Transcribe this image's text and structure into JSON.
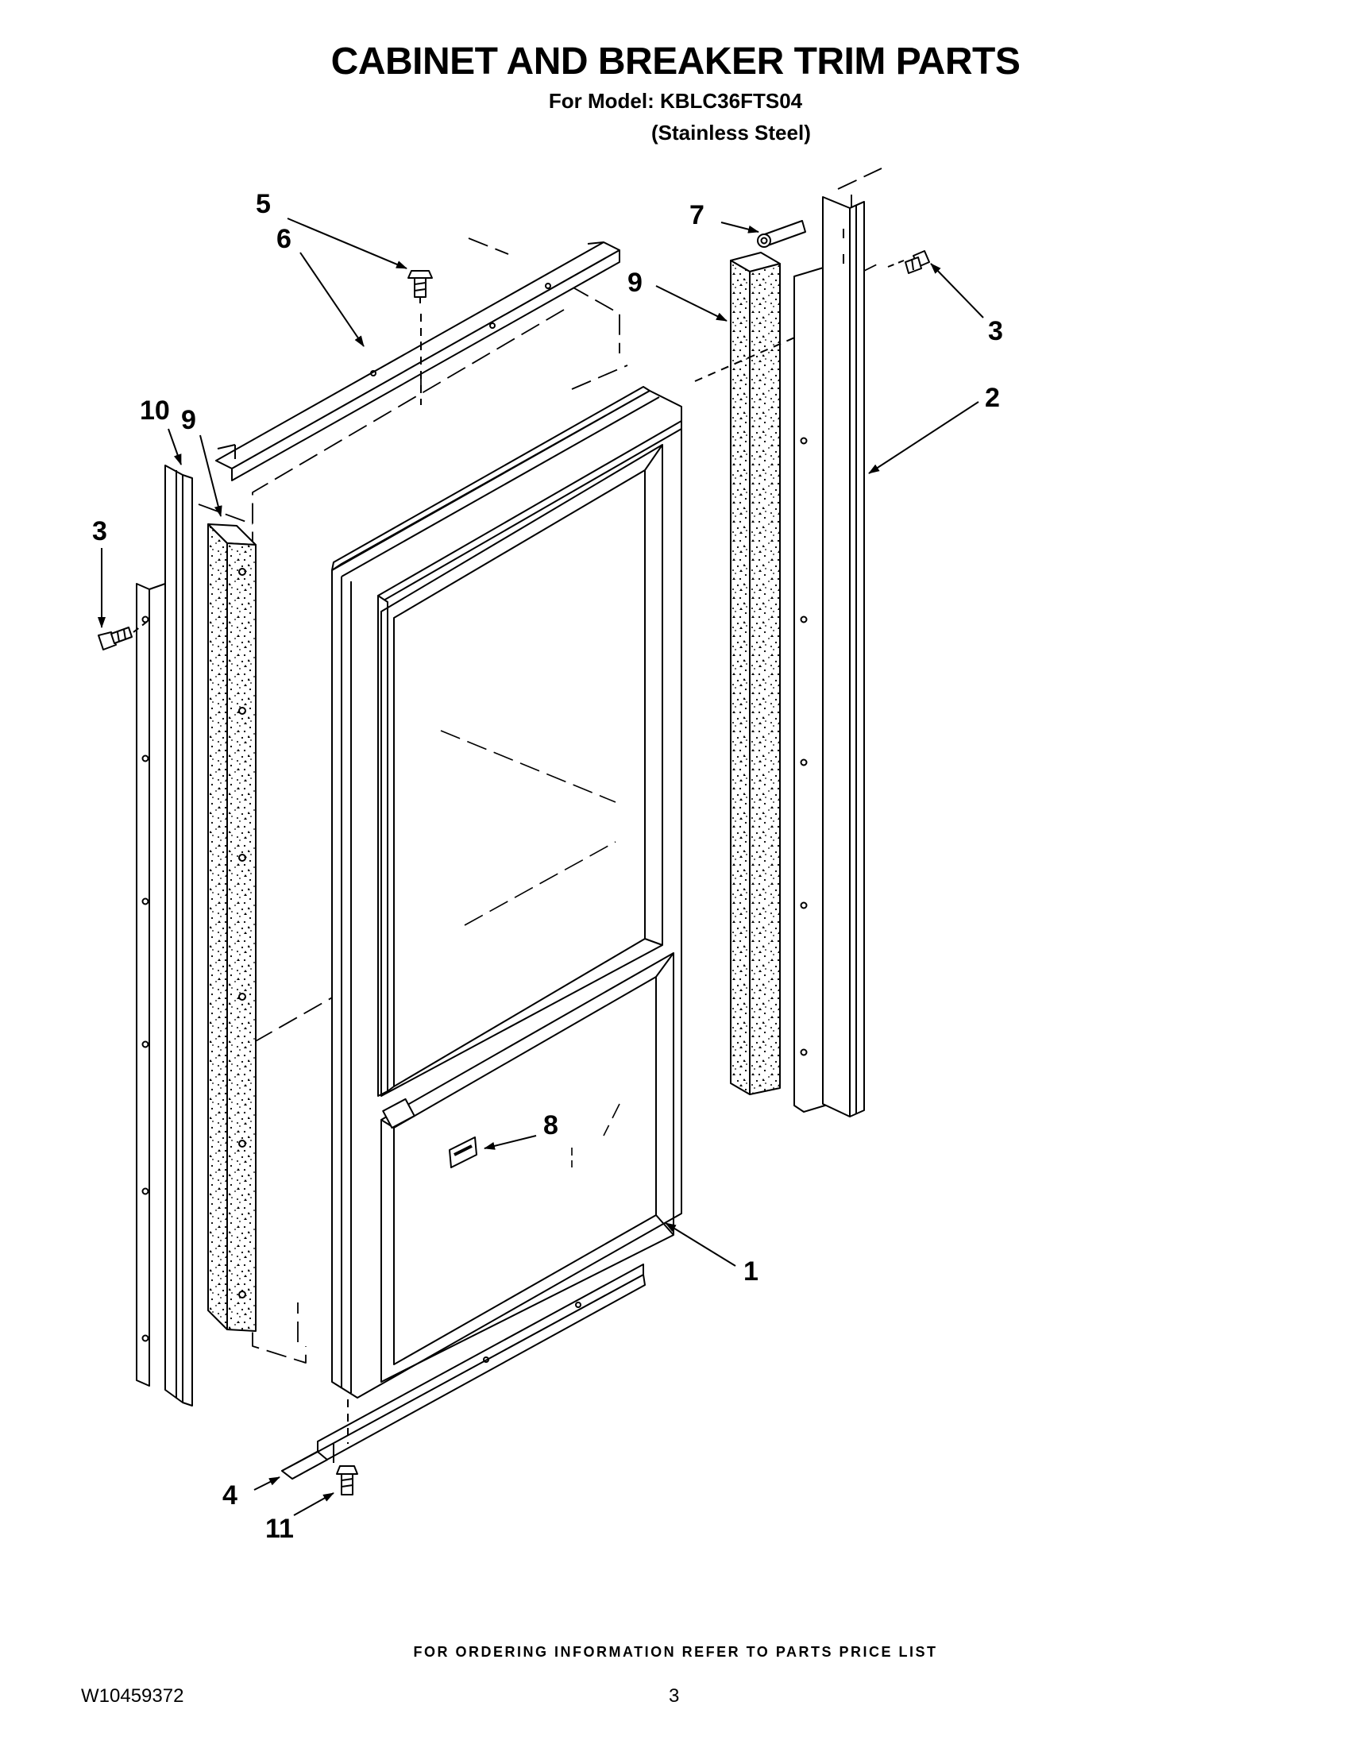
{
  "header": {
    "title": "CABINET AND BREAKER TRIM PARTS",
    "model_line": "For Model: KBLC36FTS04",
    "finish_line": "(Stainless Steel)"
  },
  "callouts": [
    {
      "id": "c5",
      "label": "5"
    },
    {
      "id": "c6",
      "label": "6"
    },
    {
      "id": "c7",
      "label": "7"
    },
    {
      "id": "c9-right",
      "label": "9"
    },
    {
      "id": "c3-right",
      "label": "3"
    },
    {
      "id": "c2",
      "label": "2"
    },
    {
      "id": "c10",
      "label": "10"
    },
    {
      "id": "c9-left",
      "label": "9"
    },
    {
      "id": "c3-left",
      "label": "3"
    },
    {
      "id": "c8",
      "label": "8"
    },
    {
      "id": "c1",
      "label": "1"
    },
    {
      "id": "c4",
      "label": "4"
    },
    {
      "id": "c11",
      "label": "11"
    }
  ],
  "footer": {
    "note": "FOR ORDERING INFORMATION REFER TO PARTS PRICE LIST",
    "document_number": "W10459372",
    "page_number": "3"
  }
}
